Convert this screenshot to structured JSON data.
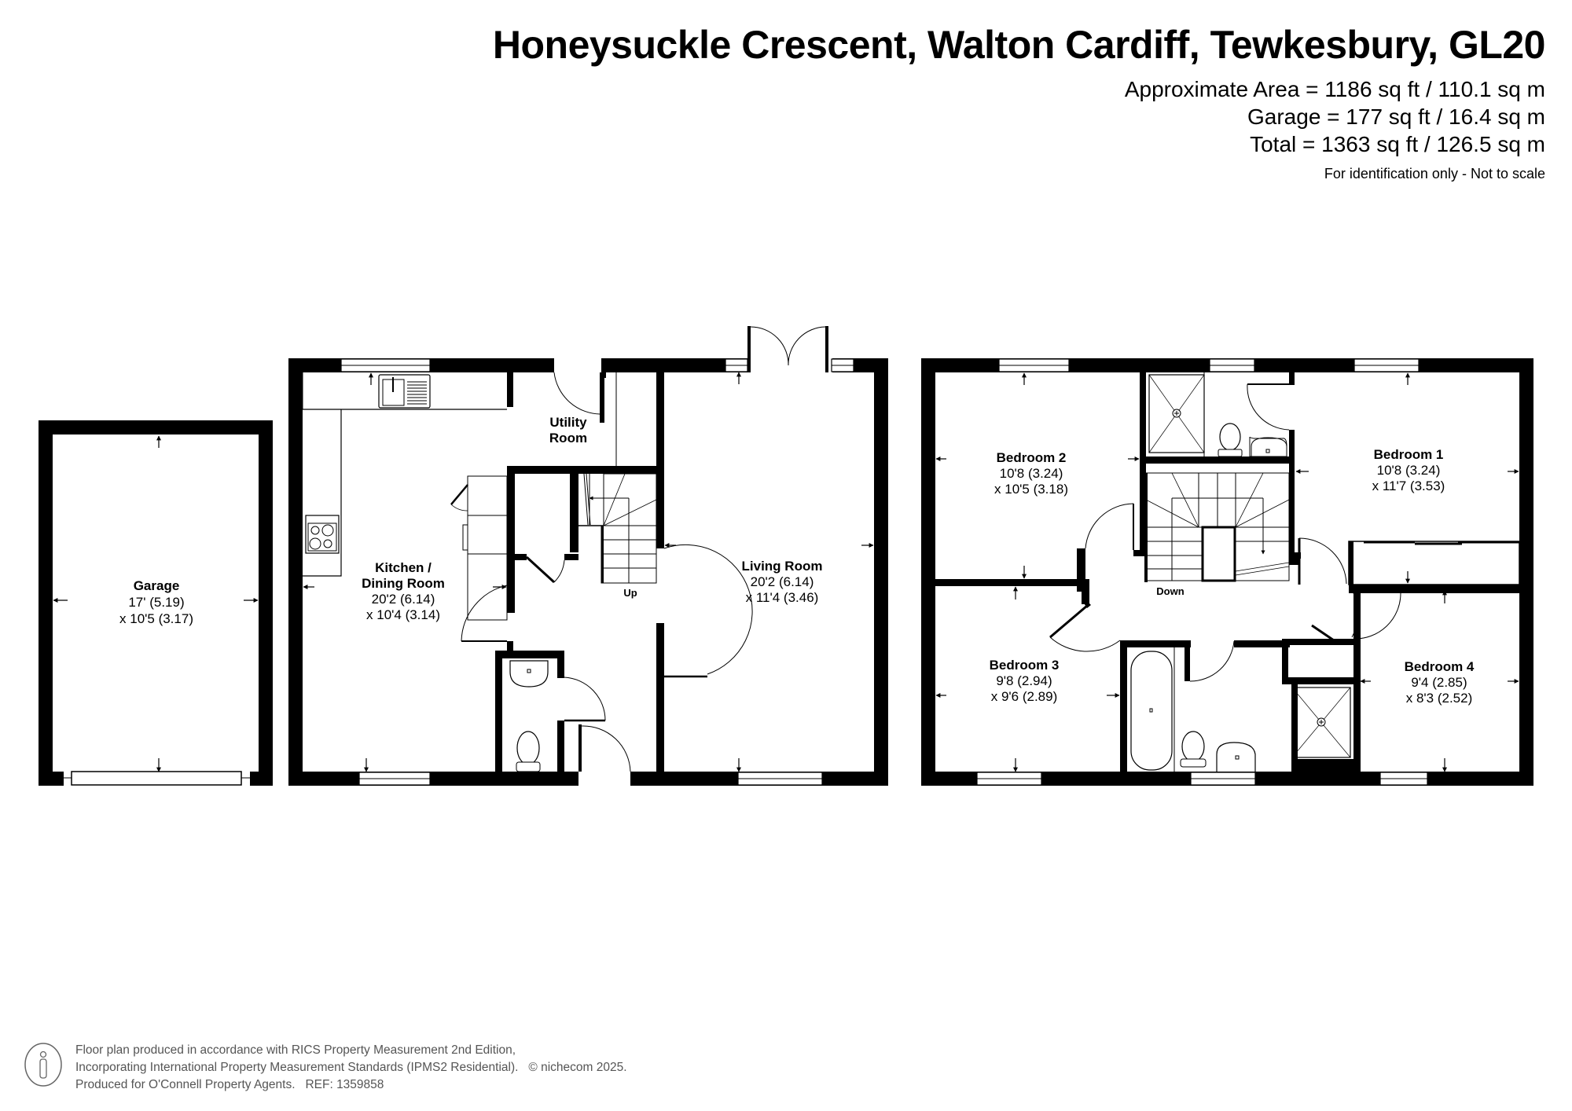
{
  "header": {
    "title": "Honeysuckle Crescent, Walton Cardiff, Tewkesbury, GL20",
    "approximate_area": "Approximate Area = 1186 sq ft / 110.1 sq m",
    "garage_area": "Garage = 177 sq ft / 16.4 sq m",
    "total_area": "Total = 1363 sq ft / 126.5 sq m",
    "disclaimer": "For identification only - Not to scale"
  },
  "rooms": {
    "garage": {
      "name": "Garage",
      "dim1": "17' (5.19)",
      "dim2": "x 10'5 (3.17)"
    },
    "kitchen": {
      "name_line1": "Kitchen /",
      "name_line2": "Dining Room",
      "dim1": "20'2 (6.14)",
      "dim2": "x 10'4 (3.14)"
    },
    "utility": {
      "name_line1": "Utility",
      "name_line2": "Room"
    },
    "living": {
      "name": "Living Room",
      "dim1": "20'2 (6.14)",
      "dim2": "x 11'4 (3.46)"
    },
    "bedroom1": {
      "name": "Bedroom 1",
      "dim1": "10'8 (3.24)",
      "dim2": "x 11'7 (3.53)"
    },
    "bedroom2": {
      "name": "Bedroom 2",
      "dim1": "10'8 (3.24)",
      "dim2": "x 10'5 (3.18)"
    },
    "bedroom3": {
      "name": "Bedroom 3",
      "dim1": "9'8 (2.94)",
      "dim2": "x 9'6 (2.89)"
    },
    "bedroom4": {
      "name": "Bedroom 4",
      "dim1": "9'4 (2.85)",
      "dim2": "x 8'3 (2.52)"
    }
  },
  "stairs": {
    "up_label": "Up",
    "down_label": "Down"
  },
  "footer": {
    "icon": "person-info-icon",
    "line1": "Floor plan produced in accordance with RICS Property Measurement 2nd Edition,",
    "line2": "Incorporating International Property Measurement Standards (IPMS2 Residential).",
    "copyright": "© nichecom 2025.",
    "line3": "Produced for O'Connell Property Agents.",
    "ref": "REF: 1359858"
  },
  "colors": {
    "wall": "#000000",
    "background": "#ffffff",
    "footer_text": "#555555"
  }
}
